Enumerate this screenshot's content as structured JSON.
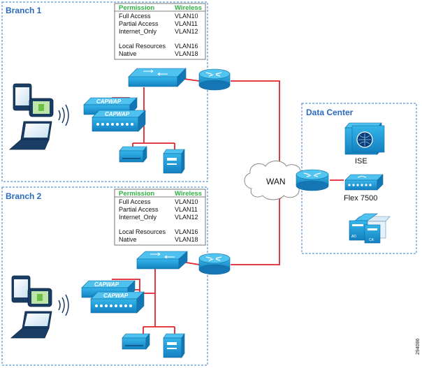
{
  "branch1": {
    "label": "Branch 1",
    "table": {
      "headers": [
        "Permission",
        "Wireless"
      ],
      "rows": [
        [
          "Full Access",
          "VLAN10"
        ],
        [
          "Partial Access",
          "VLAN11"
        ],
        [
          "Internet_Only",
          "VLAN12"
        ],
        [
          "",
          ""
        ],
        [
          "Local Resources",
          "VLAN16"
        ],
        [
          "Native",
          "VLAN18"
        ]
      ]
    },
    "ap_labels": [
      "CAPWAP",
      "CAPWAP"
    ]
  },
  "branch2": {
    "label": "Branch 2",
    "table": {
      "headers": [
        "Permission",
        "Wireless"
      ],
      "rows": [
        [
          "Full Access",
          "VLAN10"
        ],
        [
          "Partial Access",
          "VLAN11"
        ],
        [
          "Internet_Only",
          "VLAN12"
        ],
        [
          "",
          ""
        ],
        [
          "Local Resources",
          "VLAN16"
        ],
        [
          "Native",
          "VLAN18"
        ]
      ]
    },
    "ap_labels": [
      "CAPWAP",
      "CAPWAP"
    ]
  },
  "datacenter": {
    "label": "Data Center",
    "ise_label": "ISE",
    "wlc_label": "Flex 7500",
    "ad_label": "AD",
    "ca_label": "CA"
  },
  "wan_label": "WAN",
  "figure_id": "294086",
  "colors": {
    "zone_border": "#3a7ecb",
    "zone_text": "#2a6ac0",
    "link": "#e0242c",
    "device_blue": "#1f9ed8",
    "table_header": "#2fb344"
  }
}
